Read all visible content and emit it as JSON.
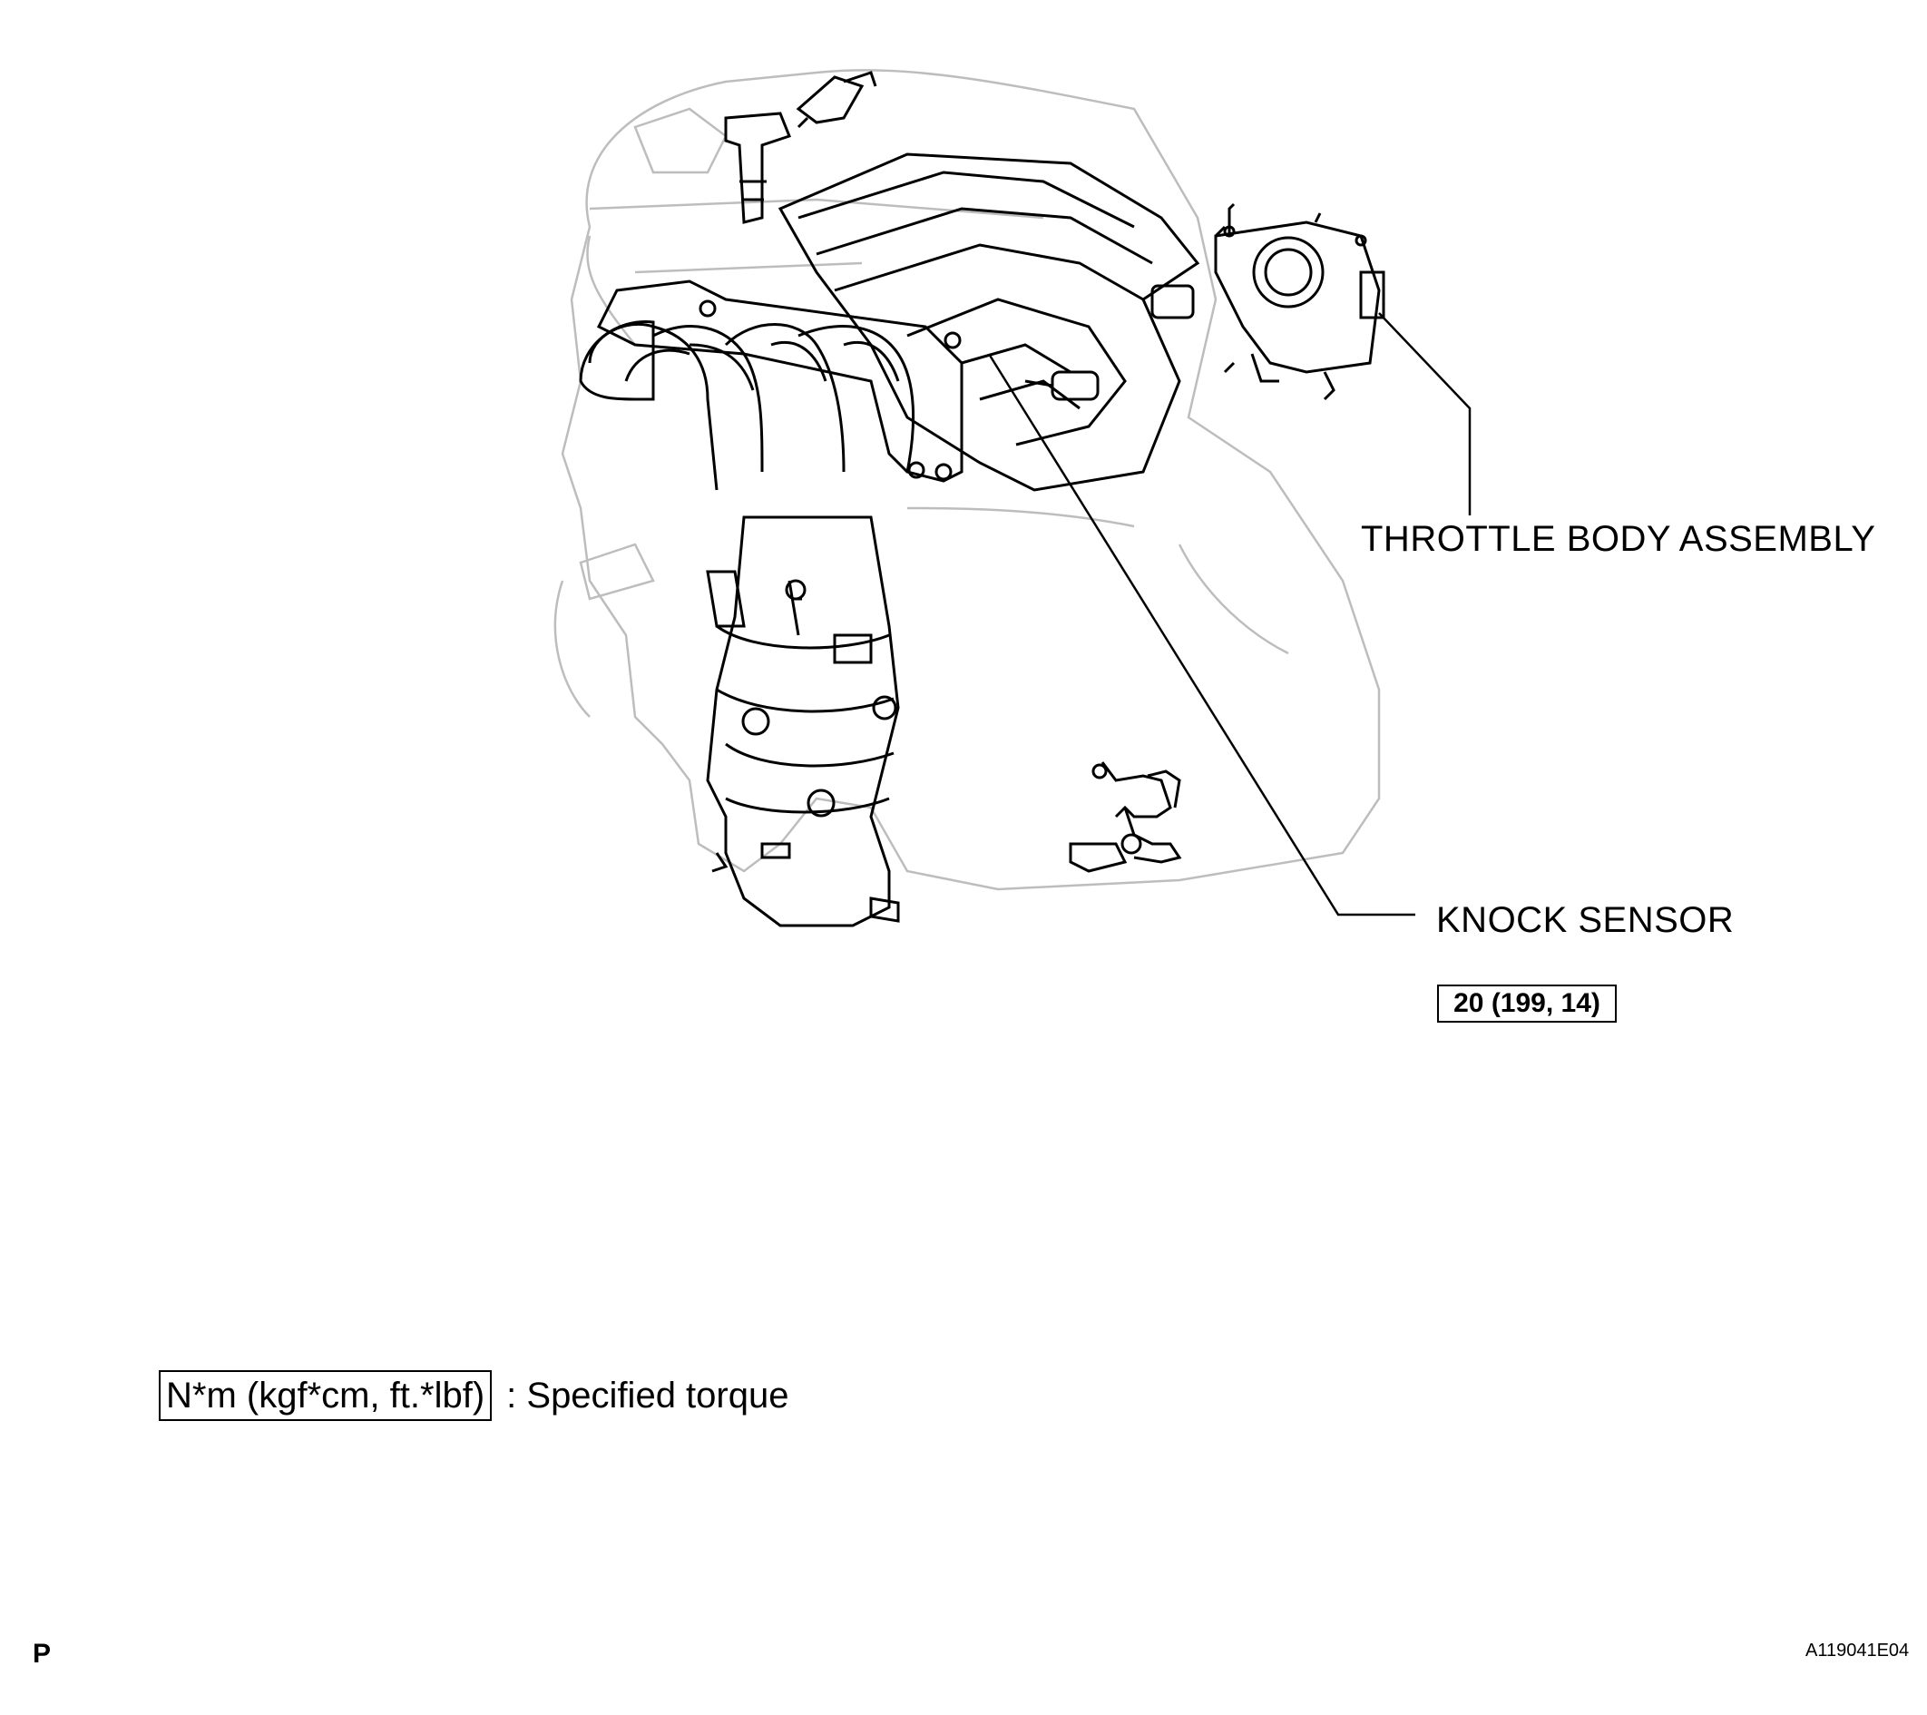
{
  "callouts": {
    "throttle_body": "THROTTLE BODY ASSEMBLY",
    "knock_sensor": "KNOCK SENSOR"
  },
  "torque_spec": "20 (199, 14)",
  "legend": {
    "box_text": "N*m (kgf*cm, ft.*lbf)",
    "description": ": Specified torque"
  },
  "corner_mark": "P",
  "figure_code": "A119041E04"
}
